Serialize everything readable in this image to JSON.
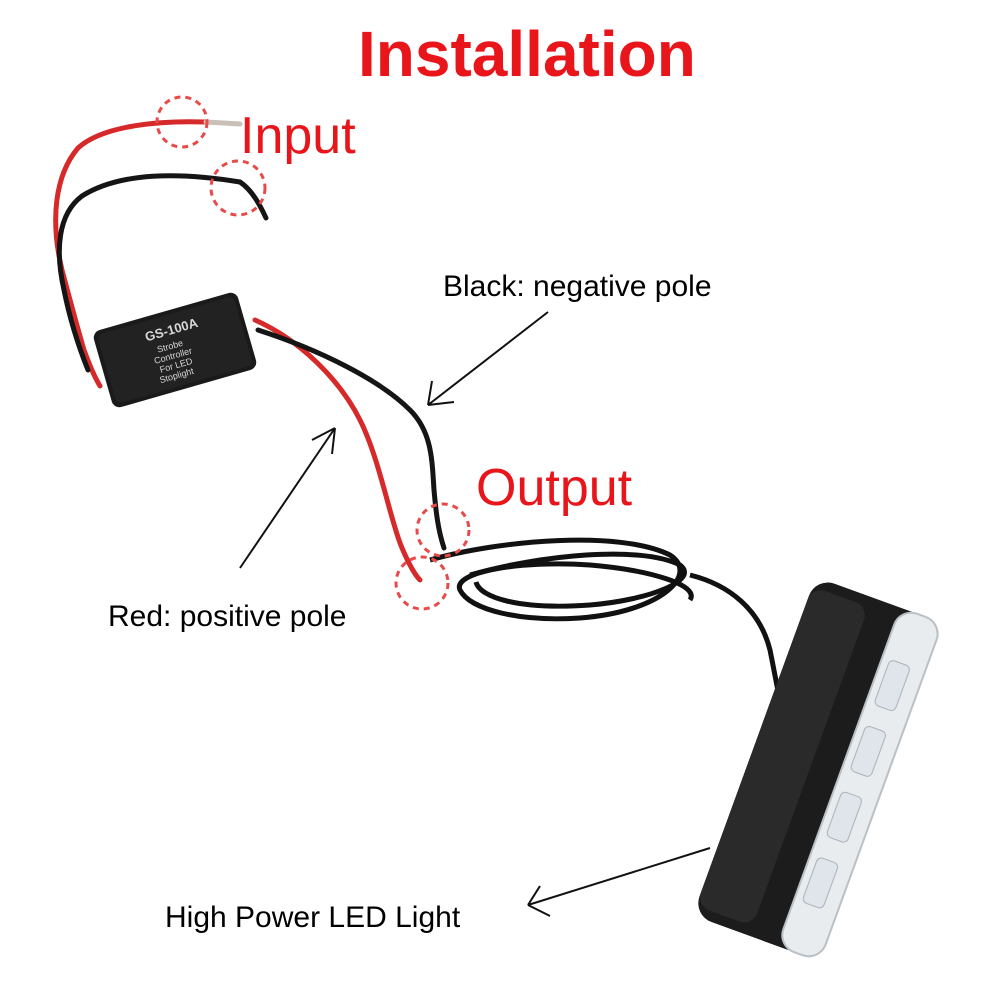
{
  "title": "Installation",
  "labels": {
    "input": "Input",
    "output": "Output",
    "black": "Black: negative pole",
    "red": "Red: positive pole",
    "led": "High Power LED Light"
  },
  "module": {
    "model": "GS-100A",
    "desc": [
      "Strobe",
      "Controller",
      "For LED",
      "Stoplight"
    ]
  },
  "colors": {
    "title": "#e8151b",
    "accent": "#e8151b",
    "wire_red": "#d62a2a",
    "wire_black": "#151515",
    "marker": "#e84a4a"
  }
}
